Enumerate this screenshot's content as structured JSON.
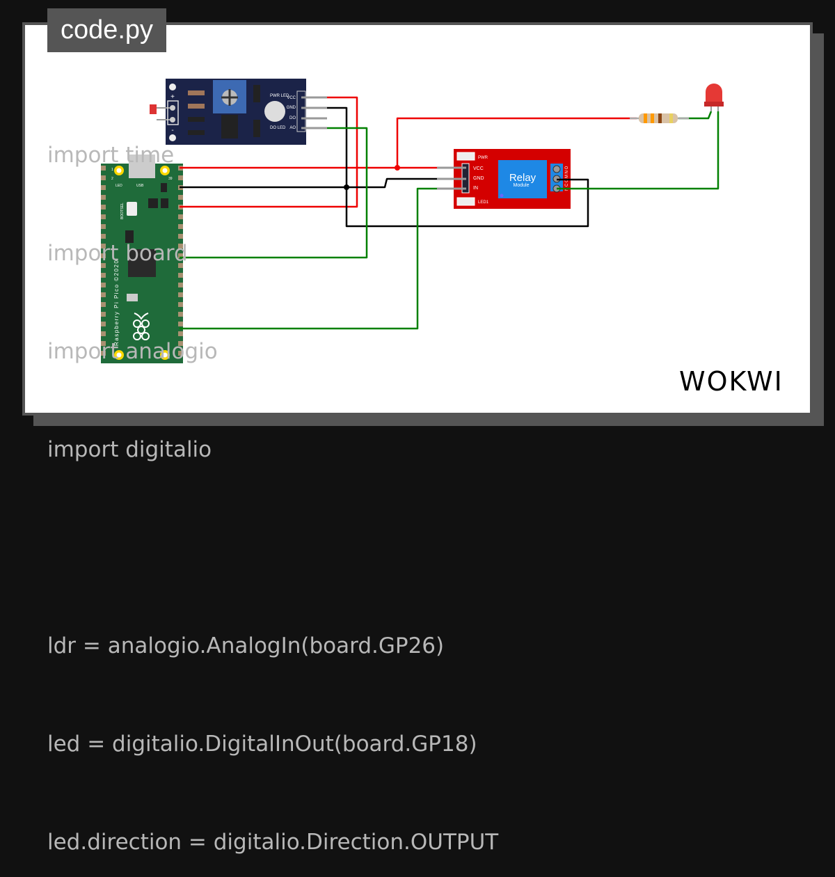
{
  "editor": {
    "filename": "code.py",
    "code_lines": [
      "import time",
      "import board",
      "import analogio",
      "import digitalio",
      "",
      "ldr = analogio.AnalogIn(board.GP26)",
      "led = digitalio.DigitalInOut(board.GP18)",
      "led.direction = digitalio.Direction.OUTPUT"
    ]
  },
  "ldr_module": {
    "pins": [
      "VCC",
      "GND",
      "DO",
      "AO"
    ],
    "pwr_led": "PWR LED",
    "do_led": "DO LED",
    "plus": "+",
    "minus": "-"
  },
  "relay": {
    "title": "Relay",
    "subtitle": "Module",
    "pwr": "PWR",
    "led1": "LED1",
    "pins": [
      "VCC",
      "GND",
      "IN"
    ],
    "terminals": "N C  C M  N O"
  },
  "pico": {
    "label": "Raspberry Pi Pico ©2020",
    "led": "LED",
    "usb": "USB",
    "bootsel": "BOOTSEL",
    "pin1": "1",
    "pin2": "2",
    "pin39": "39"
  },
  "brand": {
    "logo": "WOKWI"
  },
  "colors": {
    "wire_power": "#ee0000",
    "wire_ground": "#000000",
    "wire_signal": "#008000",
    "pico_board": "#1f6b3a",
    "sensor_board": "#1b2348",
    "relay_board": "#d40000",
    "relay_body": "#1e88e5"
  }
}
